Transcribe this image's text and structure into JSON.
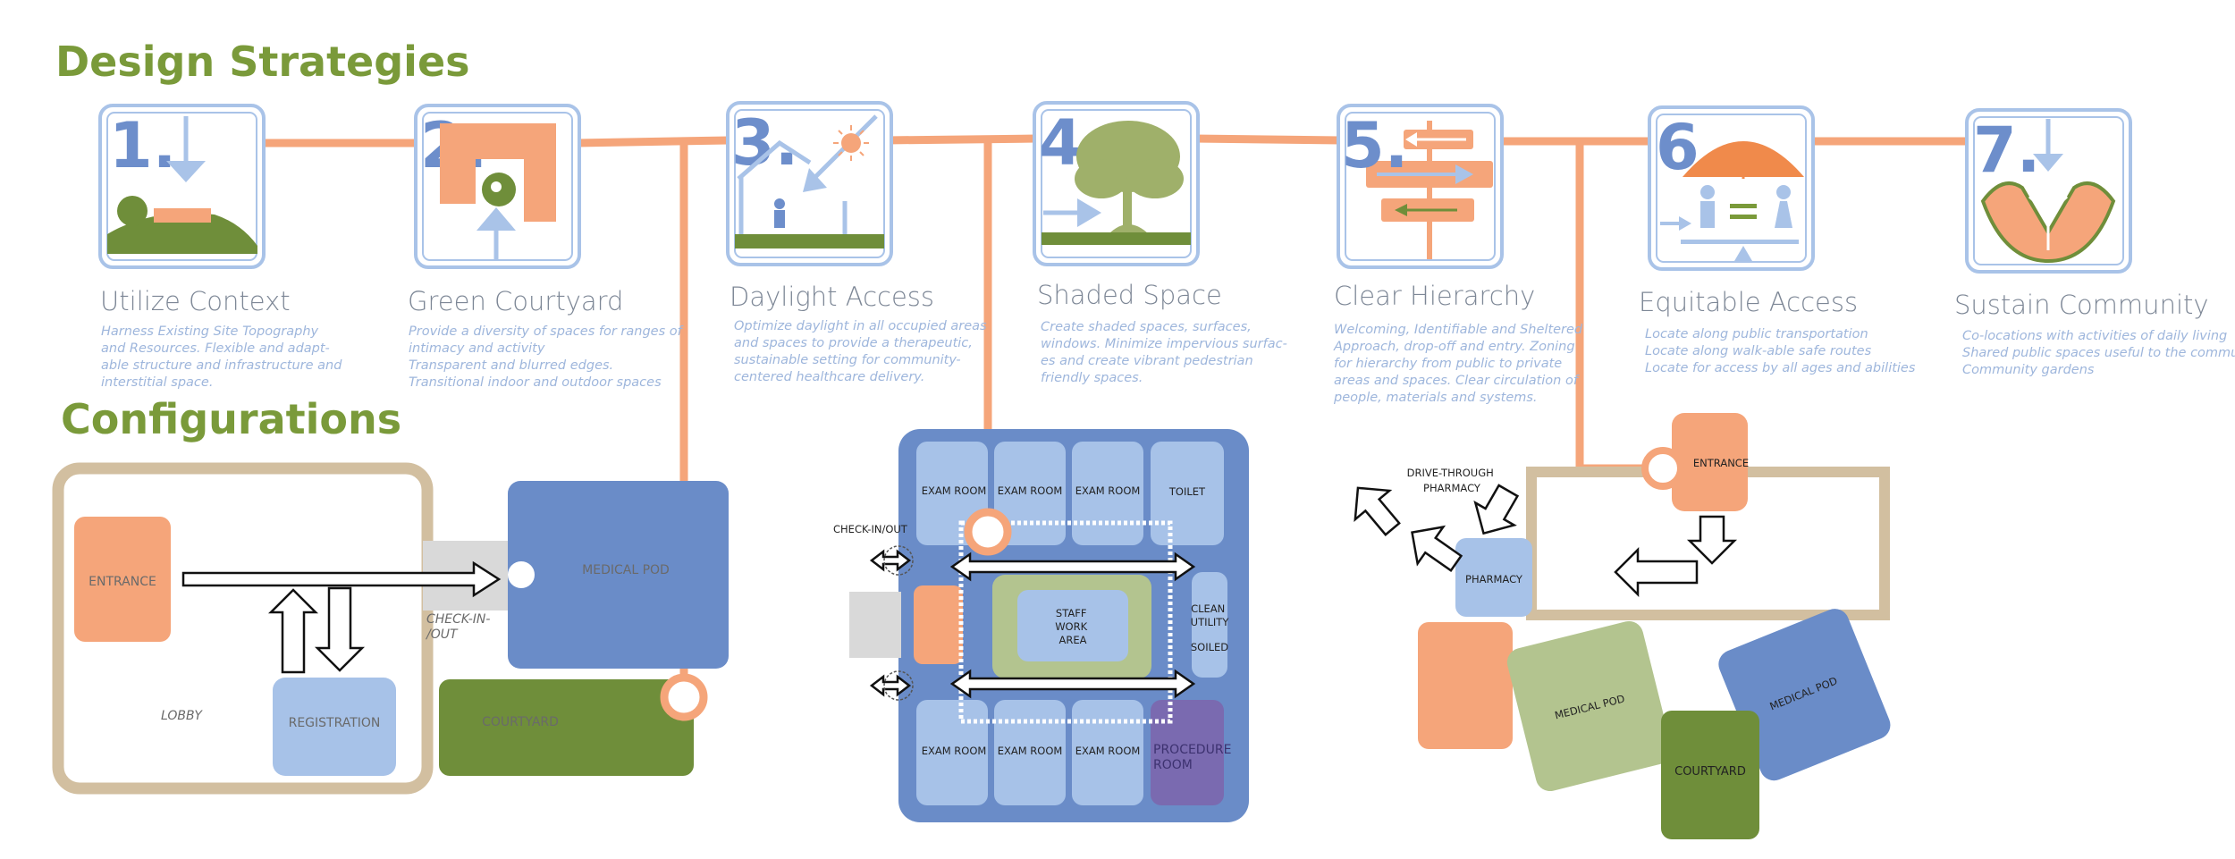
{
  "headings": {
    "design_strategies": "Design Strategies",
    "configurations": "Configurations"
  },
  "colors": {
    "heading_green": "#7a9a3a",
    "line_orange": "#f5a57a",
    "tile_border": "#a9c3e8",
    "blue_number": "#6d8ecb",
    "medical_pod_blue": "#6a8cc8",
    "light_blue": "#a7c2e8",
    "courtyard_green": "#6f8e3a",
    "sage_green": "#b3c48f",
    "procedure_purple": "#7a6ab0",
    "frame_tan": "#d2bfa0"
  },
  "strategies": [
    {
      "number": "1.",
      "title": "Utilize Context",
      "icon": "hill-icon",
      "desc": [
        "Harness Existing Site Topography",
        "and Resources. Flexible and adapt-",
        "able structure and infrastructure and",
        "interstitial space."
      ]
    },
    {
      "number": "2.",
      "title": "Green Courtyard",
      "icon": "courtyard-icon",
      "desc": [
        "Provide a diversity of spaces for ranges of",
        "intimacy and activity",
        "Transparent and blurred edges.",
        "Transitional indoor and outdoor spaces"
      ]
    },
    {
      "number": "3.",
      "title": "Daylight Access",
      "icon": "sun-house-icon",
      "desc": [
        "Optimize daylight in all occupied areas",
        "and spaces to provide a therapeutic,",
        "sustainable setting for community-",
        "centered healthcare delivery."
      ]
    },
    {
      "number": "4.",
      "title": "Shaded Space",
      "icon": "tree-icon",
      "desc": [
        "Create shaded spaces, surfaces,",
        "windows. Minimize impervious surfac-",
        "es and create vibrant pedestrian",
        "friendly spaces."
      ]
    },
    {
      "number": "5.",
      "title": "Clear Hierarchy",
      "icon": "signpost-icon",
      "desc": [
        "Welcoming, Identifiable and Sheltered",
        "Approach, drop-off and entry. Zoning",
        "for hierarchy from public to private",
        "areas and spaces. Clear circulation of",
        "people, materials and systems."
      ]
    },
    {
      "number": "6.",
      "title": "Equitable Access",
      "icon": "umbrella-people-icon",
      "desc": [
        "Locate along public transportation",
        "Locate along walk-able safe routes",
        "Locate for access by all ages and abilities"
      ]
    },
    {
      "number": "7.",
      "title": "Sustain Community",
      "icon": "hands-tree-icon",
      "desc": [
        "Co-locations with activities of daily living",
        "Shared public spaces useful to the community",
        "Community gardens"
      ]
    }
  ],
  "config1": {
    "entrance": "ENTRANCE",
    "lobby": "LOBBY",
    "registration": "REGISTRATION",
    "check_in_out": [
      "CHECK-IN-",
      "/OUT"
    ],
    "medical_pod": "MEDICAL POD",
    "courtyard": "COURTYARD"
  },
  "config2": {
    "exam_room": "EXAM ROOM",
    "toilet": "TOILET",
    "check_in_out": "CHECK-IN/OUT",
    "staff_work_area": [
      "STAFF",
      "WORK",
      "AREA"
    ],
    "clean_utility": [
      "CLEAN",
      "UTILITY"
    ],
    "soiled": "SOILED",
    "procedure_room": [
      "PROCEDURE",
      "ROOM"
    ]
  },
  "config3": {
    "drive_through": [
      "DRIVE-THROUGH",
      "PHARMACY"
    ],
    "pharmacy": "PHARMACY",
    "entrance": "ENTRANCE",
    "medical_pod_1": "MEDICAL POD",
    "medical_pod_2": "MEDICAL POD",
    "courtyard": "COURTYARD"
  }
}
